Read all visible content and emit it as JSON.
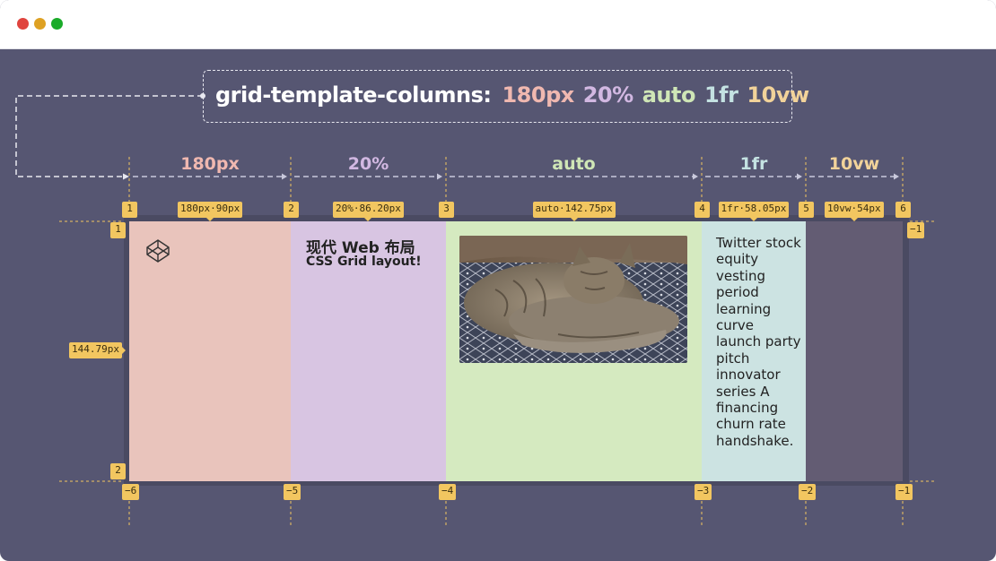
{
  "window": {
    "traffic_lights": [
      "close",
      "minimize",
      "maximize"
    ]
  },
  "code": {
    "property": "grid-template-columns:",
    "values": [
      {
        "text": "180px",
        "color": "#f0b8b0"
      },
      {
        "text": "20%",
        "color": "#d2b8e2"
      },
      {
        "text": "auto",
        "color": "#cfe6b6"
      },
      {
        "text": "1fr",
        "color": "#c4e2e2"
      },
      {
        "text": "10vw",
        "color": "#f2d39a"
      }
    ]
  },
  "columns": [
    {
      "title": "180px",
      "color": "#f0b8b0",
      "size_label": "180px·90px",
      "line_number": "1",
      "neg_line": "−6"
    },
    {
      "title": "20%",
      "color": "#d2b8e2",
      "size_label": "20%·86.20px",
      "line_number": "2",
      "neg_line": "−5"
    },
    {
      "title": "auto",
      "color": "#cfe6b6",
      "size_label": "auto·142.75px",
      "line_number": "3",
      "neg_line": "−4"
    },
    {
      "title": "1fr",
      "color": "#c4e2e2",
      "size_label": "1fr·58.05px",
      "line_number": "4",
      "neg_line": "−3"
    },
    {
      "title": "10vw",
      "color": "#f2d39a",
      "size_label": "10vw·54px",
      "line_number": "5",
      "neg_line": "−2"
    }
  ],
  "last_line": {
    "line_number": "6",
    "neg_line": "−1"
  },
  "rows": {
    "top_line": "1",
    "top_neg": "−1",
    "bottom_line": "2",
    "height_label": "144.79px"
  },
  "cells": {
    "cell1_icon": "codepen-icon",
    "cell2_heading": "现代 Web 布局",
    "cell2_subheading": "CSS Grid layout!",
    "cell3_image": "cat-photo",
    "cell4_text": "Twitter stock equity vesting period learning curve launch party pitch innovator series A financing churn rate handshake."
  }
}
